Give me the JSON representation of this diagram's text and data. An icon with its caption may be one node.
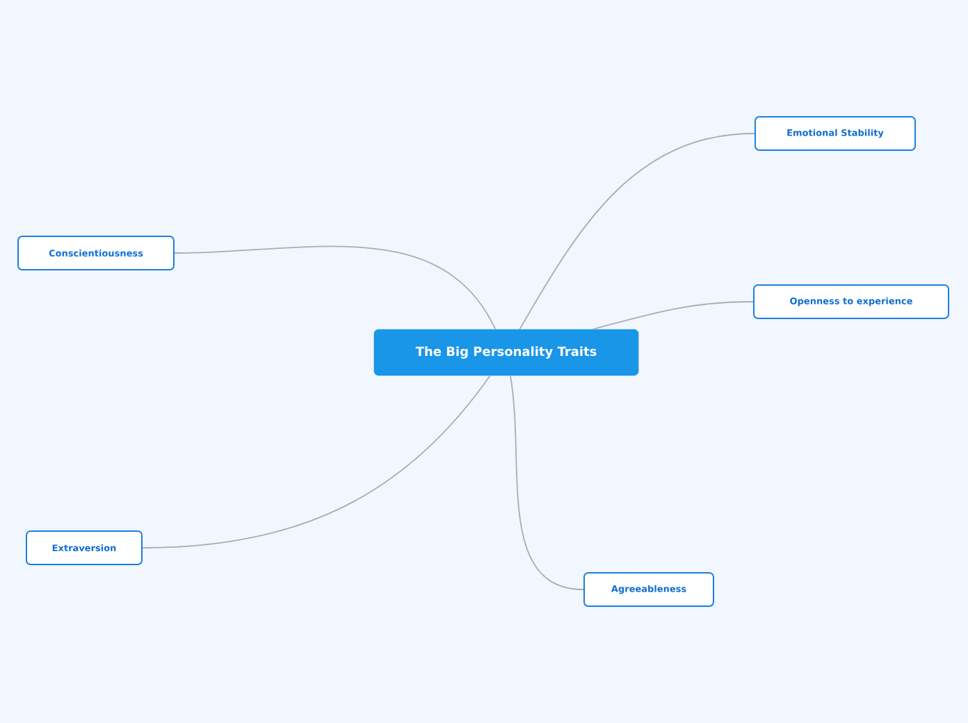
{
  "diagram": {
    "nodes": [
      {
        "text": [
          "The Big Personality Traits"
        ]
      },
      {
        "text": [
          "Emotional Stability"
        ]
      },
      {
        "text": [
          "Conscientiousness"
        ]
      },
      {
        "text": [
          "Openness to experience"
        ]
      },
      {
        "text": [
          "Extraversion"
        ]
      },
      {
        "text": [
          "Agreeableness"
        ]
      }
    ],
    "edges": [
      {
        "from": 0,
        "to": 1,
        "arrow": "none"
      },
      {
        "from": 0,
        "to": 2,
        "arrow": "none"
      },
      {
        "from": 0,
        "to": 3,
        "arrow": "none"
      },
      {
        "from": 0,
        "to": 4,
        "arrow": "none"
      },
      {
        "from": 0,
        "to": 5,
        "arrow": "none"
      }
    ]
  }
}
